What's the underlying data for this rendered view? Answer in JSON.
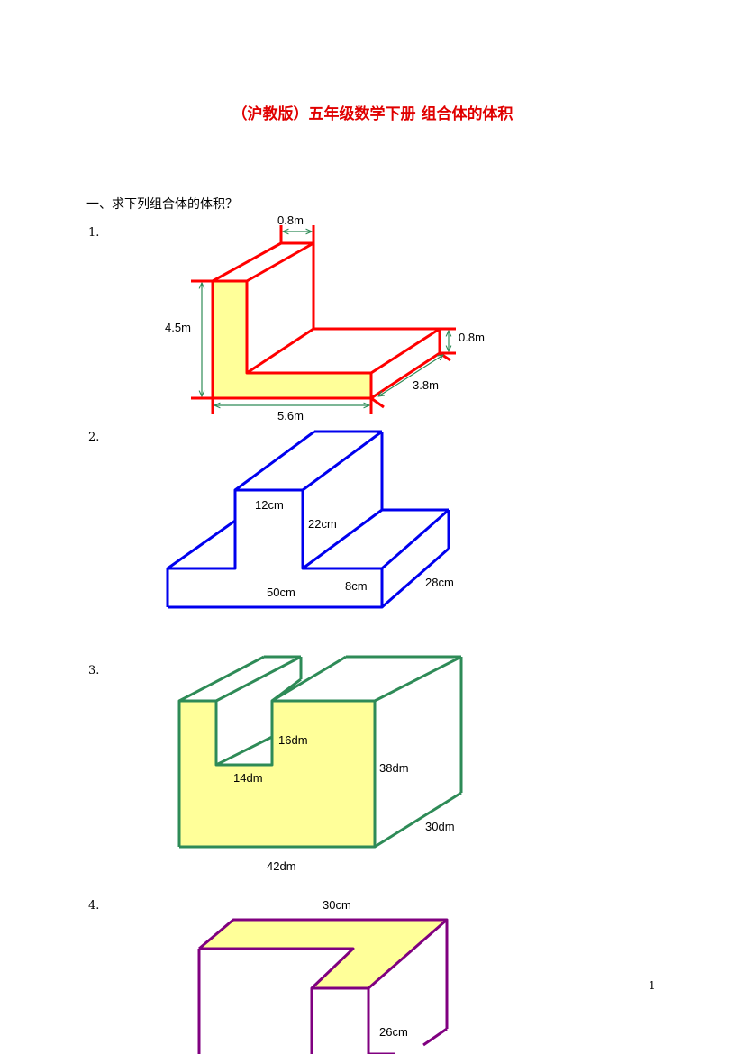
{
  "title": "（沪教版）五年级数学下册 组合体的体积",
  "section": "一、求下列组合体的体积？",
  "questions": [
    {
      "number": "1.",
      "labels": {
        "top": "0.8m",
        "height": "4.5m",
        "base_thickness": "0.8m",
        "depth": "3.8m",
        "width": "5.6m"
      }
    },
    {
      "number": "2.",
      "labels": {
        "top_width": "12cm",
        "step_height": "22cm",
        "length": "50cm",
        "base_height": "8cm",
        "depth": "28cm"
      }
    },
    {
      "number": "3.",
      "labels": {
        "slot_depth": "16dm",
        "slot_width": "14dm",
        "height": "38dm",
        "depth": "30dm",
        "width": "42dm"
      }
    },
    {
      "number": "4.",
      "labels": {
        "top": "30cm",
        "height": "26cm"
      }
    }
  ],
  "page_number": "1",
  "colors": {
    "title": "#e00000",
    "fig1": "#ff0000",
    "fig2": "#0000ee",
    "fig3": "#2e8b57",
    "fig4": "#800080",
    "fill": "#ffff99",
    "dimension": "#2e8b57"
  }
}
